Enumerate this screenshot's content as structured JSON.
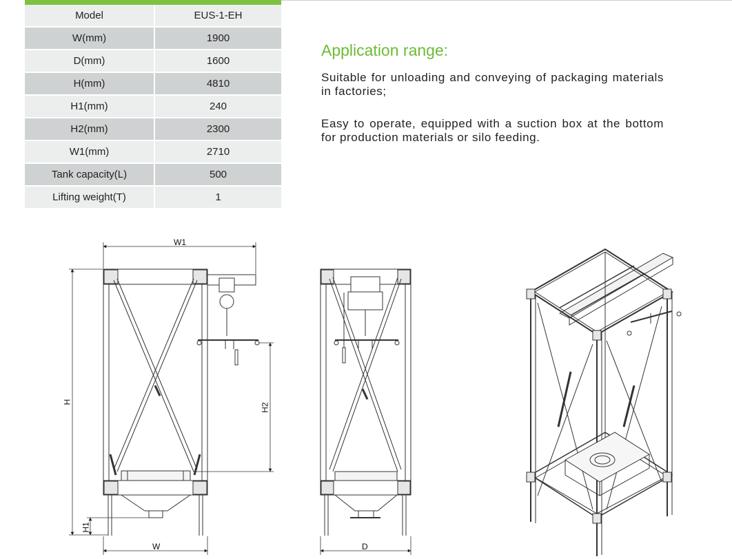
{
  "spec_table": [
    {
      "label": "Model",
      "value": "EUS-1-EH"
    },
    {
      "label": "W(mm)",
      "value": "1900"
    },
    {
      "label": "D(mm)",
      "value": "1600"
    },
    {
      "label": "H(mm)",
      "value": "4810"
    },
    {
      "label": "H1(mm)",
      "value": "240"
    },
    {
      "label": "H2(mm)",
      "value": "2300"
    },
    {
      "label": "W1(mm)",
      "value": "2710"
    },
    {
      "label": "Tank capacity(L)",
      "value": "500"
    },
    {
      "label": "Lifting weight(T)",
      "value": "1"
    }
  ],
  "application": {
    "title": "Application range:",
    "p1": "Suitable for unloading and conveying of packaging materials in factories;",
    "p2": "Easy to operate, equipped with a suction box at the bottom for production materials or silo feeding."
  },
  "dimensions": {
    "w1": "W1",
    "h": "H",
    "h1": "H1",
    "h2": "H2",
    "w": "W",
    "d": "D"
  },
  "colors": {
    "accent": "#6dbb36",
    "row_light": "#eceeed",
    "row_dark": "#cfd2d2"
  }
}
